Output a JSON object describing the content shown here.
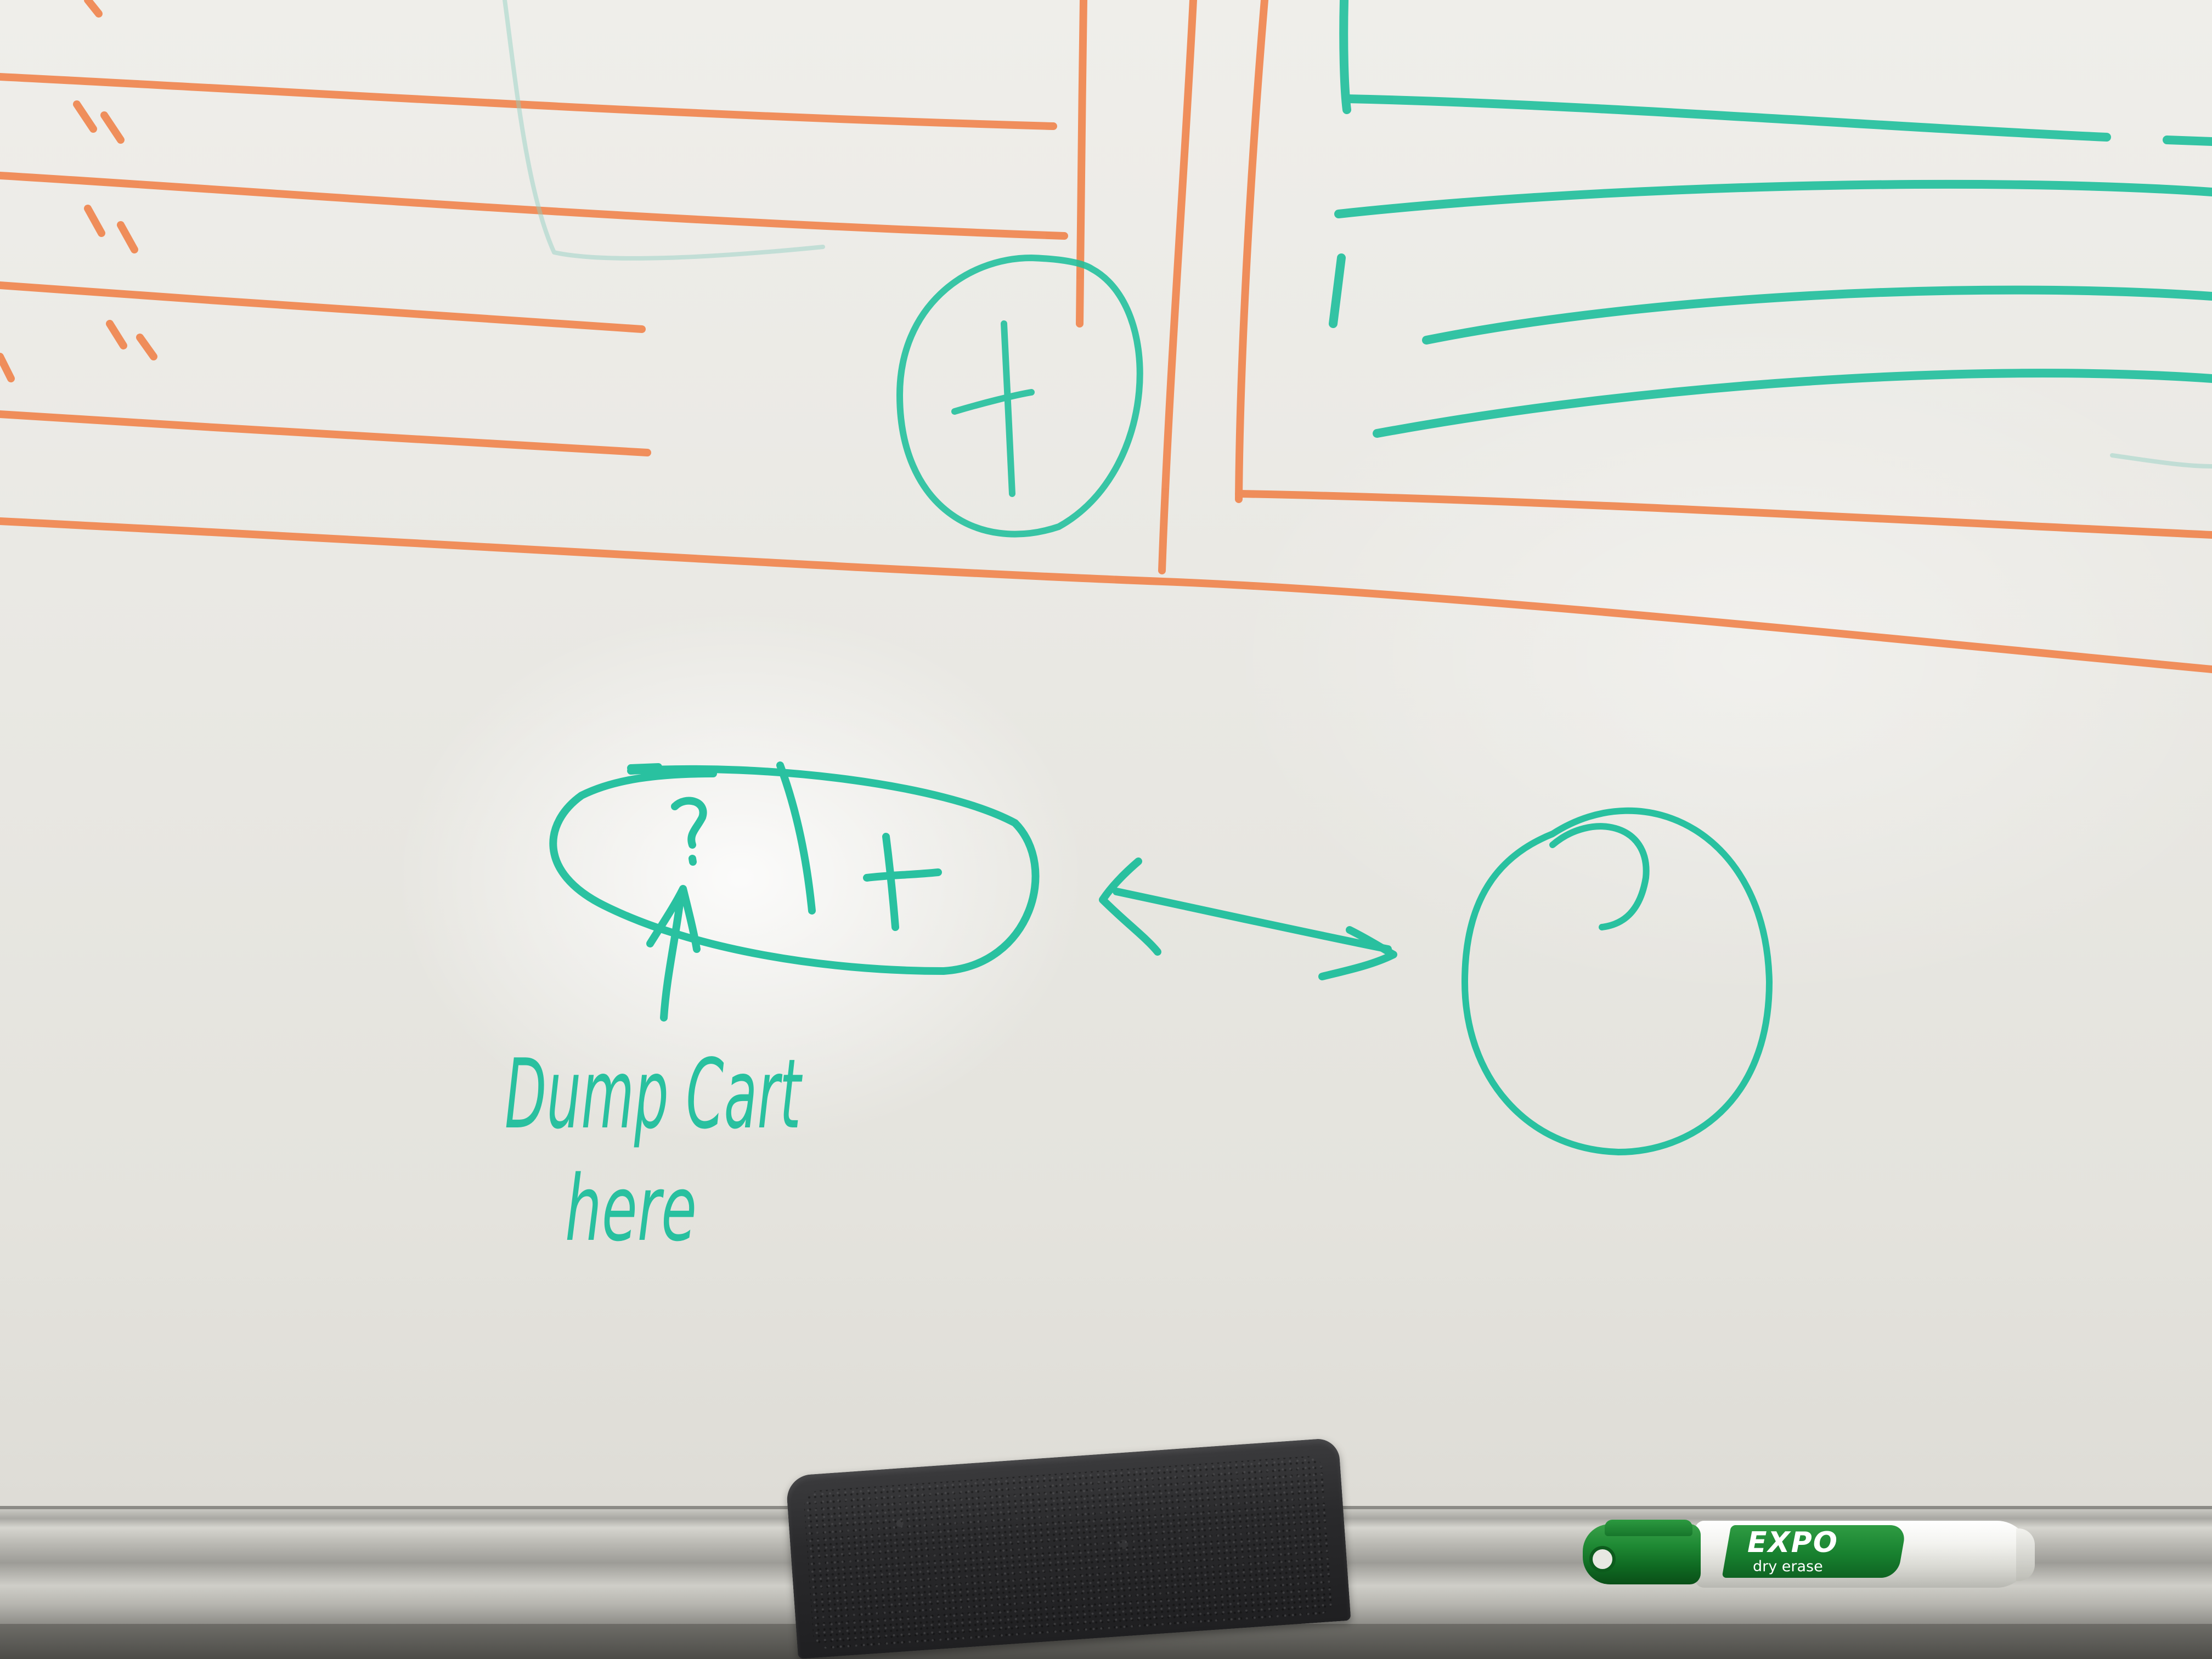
{
  "scene": {
    "description_kind": "photo of a whiteboard",
    "board_color": "#ecebe6",
    "ink_colors": {
      "orange": "#f0864f",
      "teal": "#1fbf9c"
    }
  },
  "handwriting": {
    "annotation_line1": "Dump Cart",
    "annotation_line2": "here",
    "question_mark": "?",
    "plus_small": "+",
    "plus_large": "+"
  },
  "marker": {
    "brand": "EXPO",
    "subtitle": "dry erase",
    "body_color": "#1f8a34"
  },
  "eraser": {
    "color": "#2a2a2c"
  }
}
